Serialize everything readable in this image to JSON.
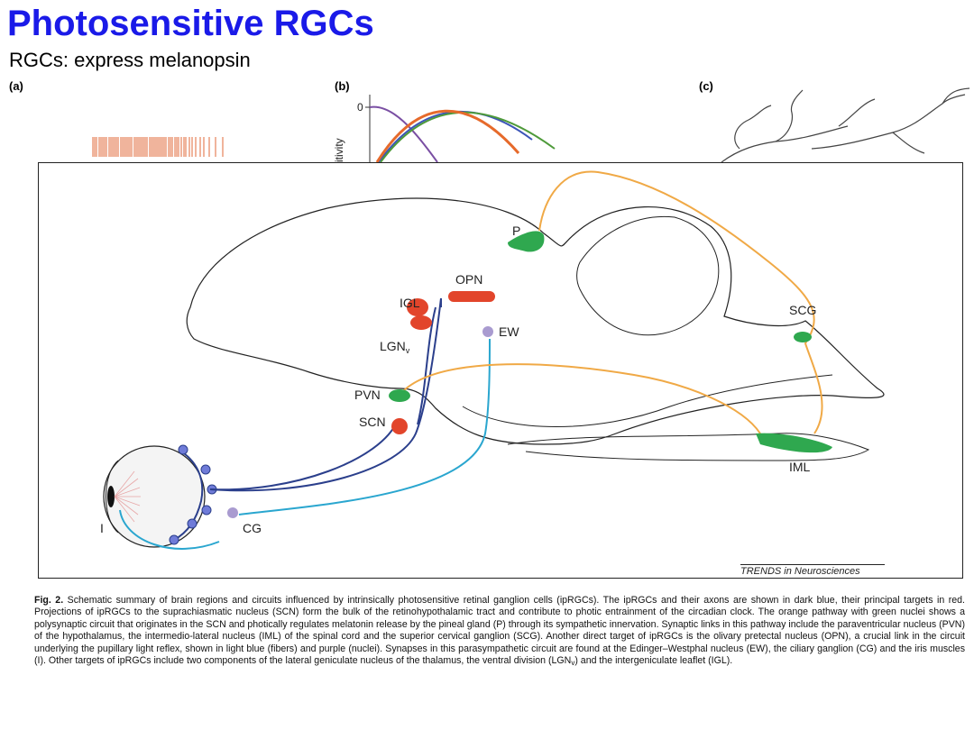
{
  "slide": {
    "title": "Photosensitive RGCs",
    "subtitle": "RGCs: express melanopsin"
  },
  "panels": {
    "a_label": "(a)",
    "b_label": "(b)",
    "c_label": "(c)",
    "b_tick_zero": "0",
    "b_axis_fragment": "itivity"
  },
  "diagram": {
    "labels": {
      "p": "P",
      "opn": "OPN",
      "igl": "IGL",
      "lgn": "LGN",
      "lgn_sub": "v",
      "ew": "EW",
      "scg": "SCG",
      "pvn": "PVN",
      "scn": "SCN",
      "iml": "IML",
      "cg": "CG",
      "i": "I"
    },
    "credit": "TRENDS in Neurosciences",
    "colors": {
      "iprgc_blue": "#2b3f8c",
      "target_red": "#e2452b",
      "orange_path": "#f0a946",
      "green_nuclei": "#2fa84f",
      "light_blue": "#2aa6cf",
      "purple_nuclei": "#a99bd0"
    }
  },
  "caption": {
    "fig": "Fig. 2.",
    "text_1": " Schematic summary of brain regions and circuits influenced by intrinsically photosensitive retinal ganglion cells (ipRGCs). The ipRGCs and their axons are shown in dark blue, their principal targets in red. Projections of ipRGCs to the suprachiasmatic nucleus (SCN) form the bulk of the retinohypothalamic tract and contribute to photic entrainment of the circadian clock. The orange pathway with green nuclei shows a polysynaptic circuit that originates in the SCN and photically regulates melatonin release by the pineal gland (P) through its sympathetic innervation. Synaptic links in this pathway include the paraventricular nucleus (PVN) of the hypothalamus, the intermedio-lateral nucleus (IML) of the spinal cord and the superior cervical ganglion (SCG). Another direct target of ipRGCs is the olivary pretectal nucleus (OPN), a crucial link in the circuit underlying the pupillary light reflex, shown in light blue (fibers) and purple (nuclei). Synapses in this parasympathetic circuit are found at the Edinger–Westphal nucleus (EW), the ciliary ganglion (CG) and the iris muscles (I). Other targets of ipRGCs include two components of the lateral geniculate nucleus of the thalamus, the ventral division (LGN",
    "sub_v": "v",
    "text_2": ") and the intergeniculate leaflet (IGL)."
  }
}
